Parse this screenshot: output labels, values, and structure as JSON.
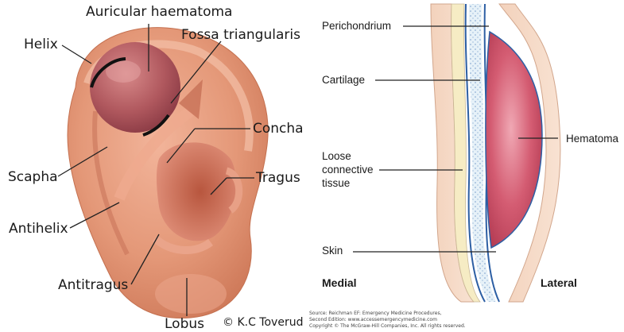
{
  "ear_diagram": {
    "labels": {
      "auricular_haematoma": "Auricular haematoma",
      "helix": "Helix",
      "fossa_triangularis": "Fossa triangularis",
      "concha": "Concha",
      "scapha": "Scapha",
      "tragus": "Tragus",
      "antihelix": "Antihelix",
      "antitragus": "Antitragus",
      "lobus": "Lobus"
    },
    "credit": "© K.C Toverud"
  },
  "cross_section": {
    "labels": {
      "perichondrium": "Perichondrium",
      "cartilage": "Cartilage",
      "hematoma": "Hematoma",
      "loose_connective_tissue_line1": "Loose",
      "loose_connective_tissue_line2": "connective",
      "loose_connective_tissue_line3": "tissue",
      "skin": "Skin",
      "medial": "Medial",
      "lateral": "Lateral"
    },
    "source": {
      "line1": "Source: Reichman EF: Emergency Medicine Procedures,",
      "line2": "Second Edition: www.accessemergencymedicine.com",
      "line3": "Copyright © The McGraw-Hill Companies, Inc. All rights reserved."
    }
  }
}
